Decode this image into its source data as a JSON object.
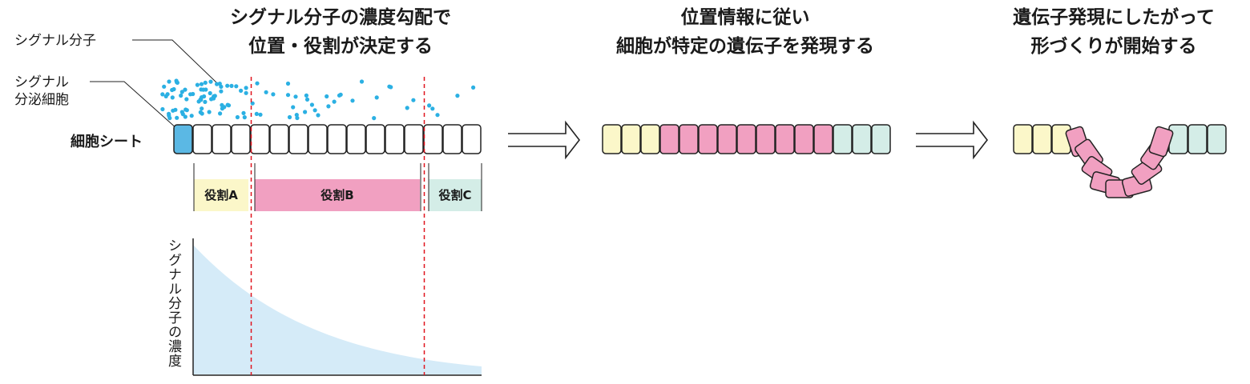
{
  "titles": {
    "step1": [
      "シグナル分子の濃度勾配で",
      "位置・役割が決定する"
    ],
    "step2": [
      "位置情報に従い",
      "細胞が特定の遺伝子を発現する"
    ],
    "step3": [
      "遺伝子発現にしたがって",
      "形づくりが開始する"
    ]
  },
  "labels": {
    "signal_molecule": "シグナル分子",
    "secreting_cell_line1": "シグナル",
    "secreting_cell_line2": "分泌細胞",
    "cell_sheet": "細胞シート",
    "y_axis": "シグナル分子の濃度"
  },
  "roles": {
    "a": "役割A",
    "b": "役割B",
    "c": "役割C"
  },
  "colors": {
    "role_a": "#fbf7c9",
    "role_b": "#f1a0c1",
    "role_c": "#d4ede7",
    "secreting_cell": "#5bb8e4",
    "signal_dot": "#2bb0e3",
    "gradient_fill": "#d5ebf8",
    "divider": "#e0141e"
  }
}
